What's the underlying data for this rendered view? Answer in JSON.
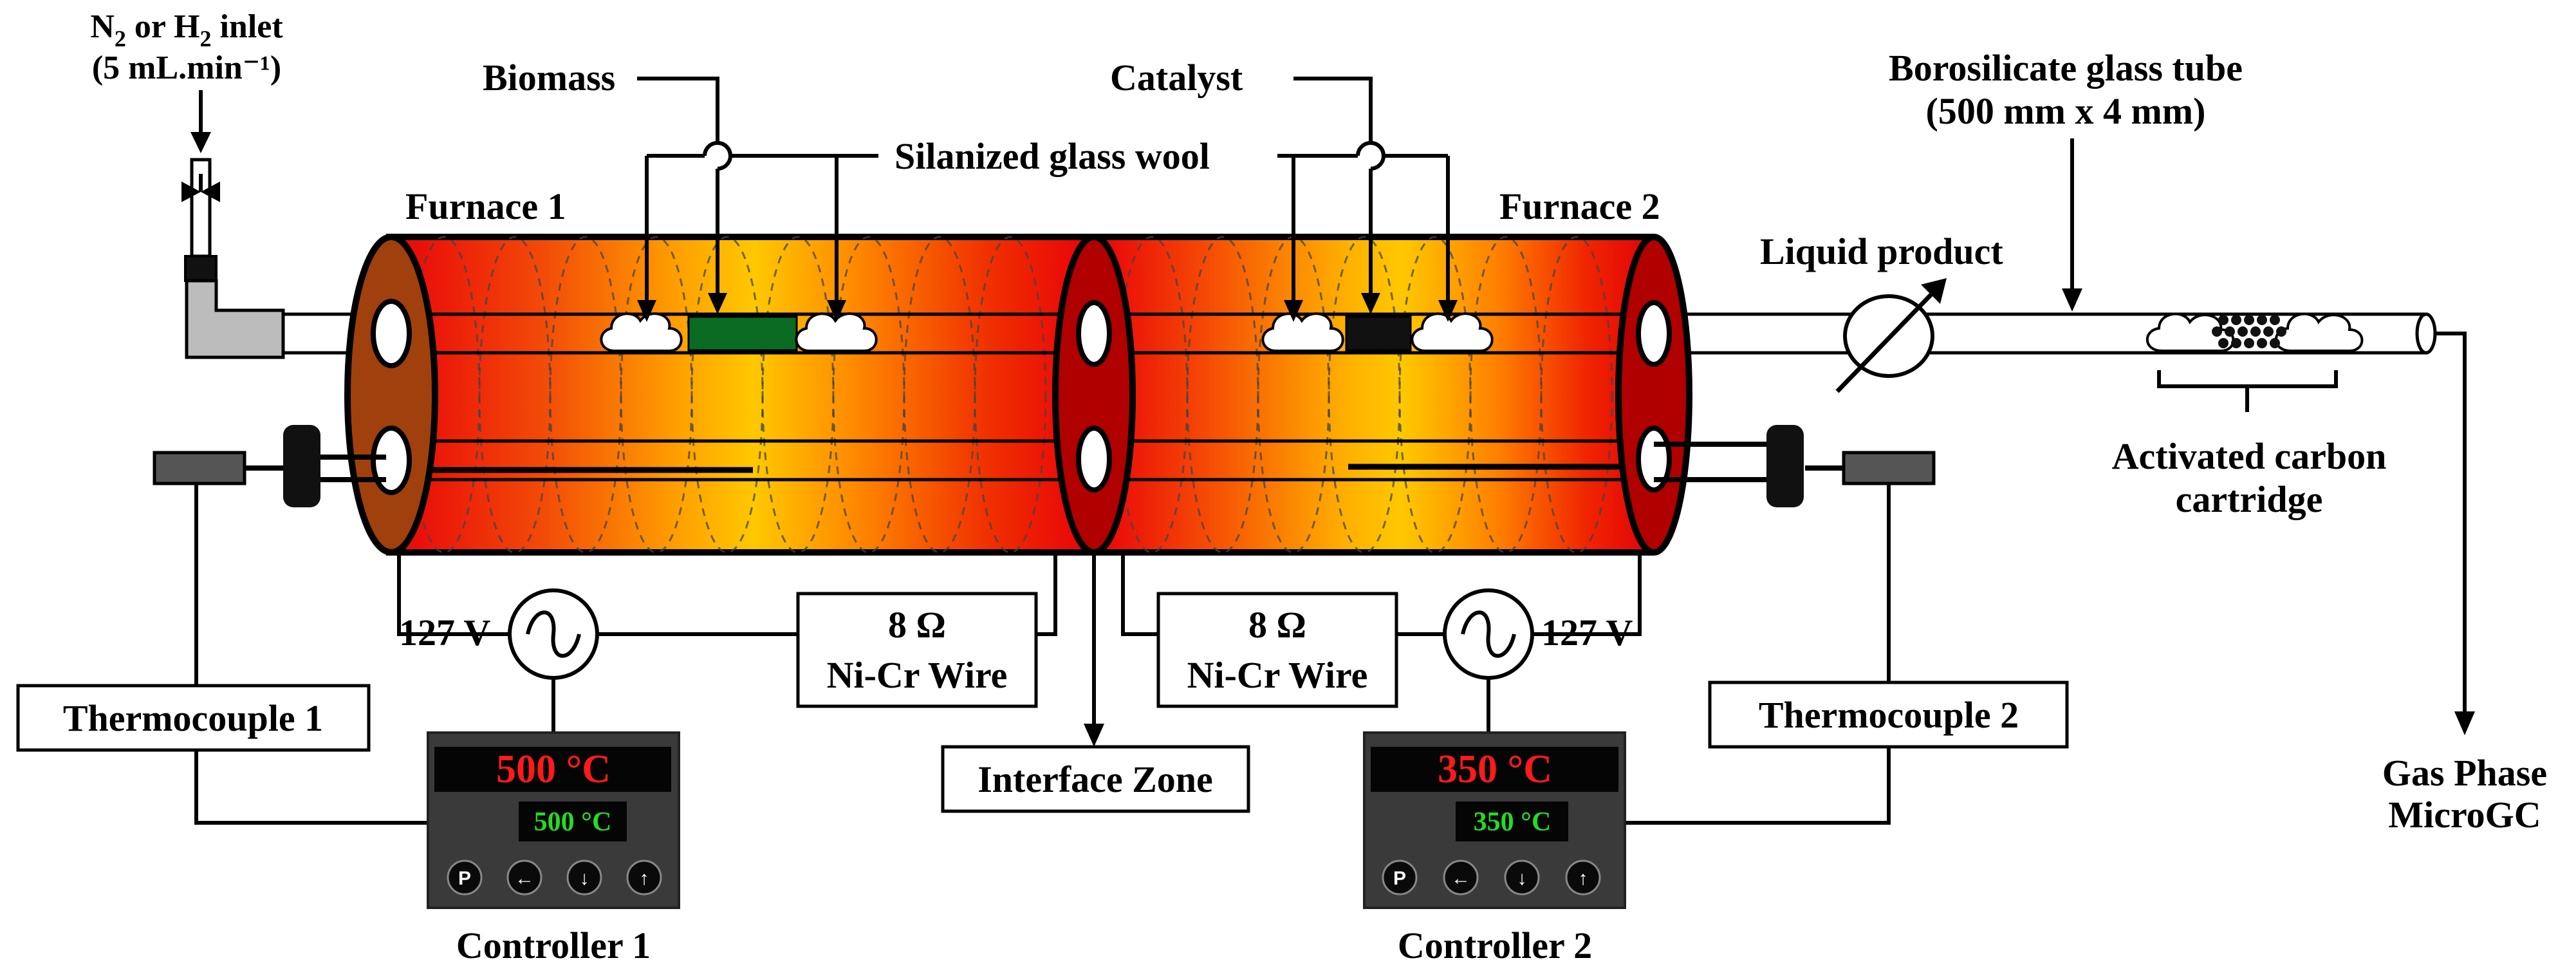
{
  "labels": {
    "inlet_line1_pre": "N",
    "inlet_line1_sub": "2",
    "inlet_line1_mid": " or H",
    "inlet_line1_sub2": "2",
    "inlet_line1_post": " inlet",
    "inlet_line2": "(5 mL.min⁻¹)",
    "biomass": "Biomass",
    "catalyst": "Catalyst",
    "silanized_wool": "Silanized glass wool",
    "furnace1": "Furnace 1",
    "furnace2": "Furnace 2",
    "tube_line1": "Borosilicate glass tube",
    "tube_line2": "(500 mm x 4 mm)",
    "liquid_product": "Liquid product",
    "carbon_line1": "Activated carbon",
    "carbon_line2": "cartridge",
    "gas_line1": "Gas Phase",
    "gas_line2": "MicroGC",
    "voltage_left": "127 V",
    "voltage_right": "127 V",
    "resistance_left": "8 Ω",
    "wire_left": "Ni-Cr Wire",
    "resistance_right": "8 Ω",
    "wire_right": "Ni-Cr Wire",
    "thermocouple1": "Thermocouple 1",
    "thermocouple2": "Thermocouple 2",
    "interface_zone": "Interface Zone",
    "controller1": "Controller 1",
    "controller2": "Controller 2"
  },
  "controllers": [
    {
      "setpoint": "500 °C",
      "reading": "500 °C"
    },
    {
      "setpoint": "350 °C",
      "reading": "350 °C"
    }
  ],
  "buttons": [
    "P",
    "←",
    "↓",
    "↑"
  ],
  "colors": {
    "biomass": "#0b6b23",
    "catalyst": "#111111",
    "furnace_hot": "#ffc400",
    "furnace_cool": "#e8000a",
    "end_cap_left": "#a0400c",
    "end_cap_red": "#b00000",
    "controller_body": "#3a3a3a",
    "display_red": "#ff1a1a",
    "display_green": "#22dd22"
  }
}
